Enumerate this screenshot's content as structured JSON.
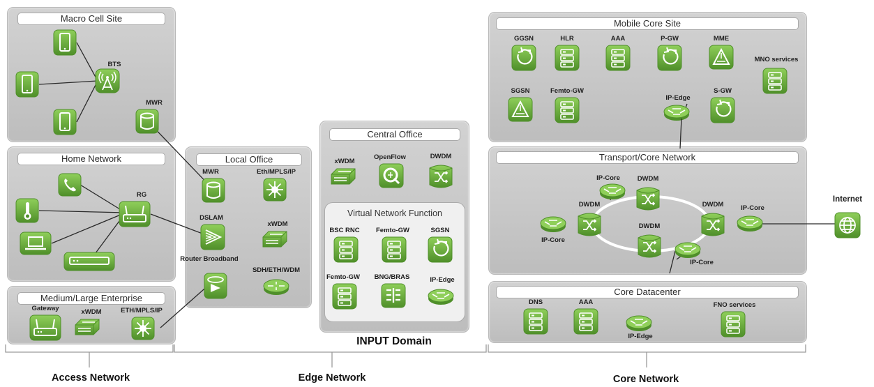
{
  "colors": {
    "icon_green": "#6fb63e",
    "icon_dark": "#4f8f2a",
    "panel_gray": "#c8c8c8",
    "ring": "#ffffff"
  },
  "panels": {
    "macro": "Macro Cell Site",
    "home": "Home Network",
    "enterprise": "Medium/Large Enterprise",
    "local": "Local Office",
    "central": "Central Office",
    "vnf": "Virtual Network Function",
    "mobile": "Mobile Core Site",
    "transport": "Transport/Core Network",
    "datacenter": "Core Datacenter"
  },
  "nodes": {
    "bts": "BTS",
    "mwr1": "MWR",
    "rg": "RG",
    "gateway": "Gateway",
    "xwdm_ent": "xWDM",
    "eth_ent": "ETH/MPLS/IP",
    "mwr2": "MWR",
    "eth_local": "Eth/MPLS/IP",
    "dslam": "DSLAM",
    "xwdm_local": "xWDM",
    "router_bb": "Router Broadband",
    "sdh": "SDH/ETH/WDM",
    "xwdm_co": "xWDM",
    "openflow": "OpenFlow",
    "dwdm_co": "DWDM",
    "bsc": "BSC RNC",
    "femto_vnf": "Femto-GW",
    "sgsn_vnf": "SGSN",
    "femto_vnf2": "Femto-GW",
    "bng": "BNG/BRAS",
    "ipedge_vnf": "IP-Edge",
    "ggsn": "GGSN",
    "hlr": "HLR",
    "aaa_mc": "AAA",
    "pgw": "P-GW",
    "mme": "MME",
    "mno": "MNO services",
    "sgsn_mc": "SGSN",
    "femto_mc": "Femto-GW",
    "ipedge_mc": "IP-Edge",
    "sgw": "S-GW",
    "ipcore_top": "IP-Core",
    "dwdm_top": "DWDM",
    "dwdm_left": "DWDM",
    "dwdm_right": "DWDM",
    "ipcore_right": "IP-Core",
    "ipcore_left": "IP-Core",
    "dwdm_bottom": "DWDM",
    "ipcore_bottom": "IP-Core",
    "internet": "Internet",
    "dns": "DNS",
    "aaa_dc": "AAA",
    "ipedge_dc": "IP-Edge",
    "fno": "FNO services"
  },
  "domains": {
    "input": "INPUT Domain",
    "access": "Access Network",
    "edge": "Edge Network",
    "core": "Core Network"
  }
}
